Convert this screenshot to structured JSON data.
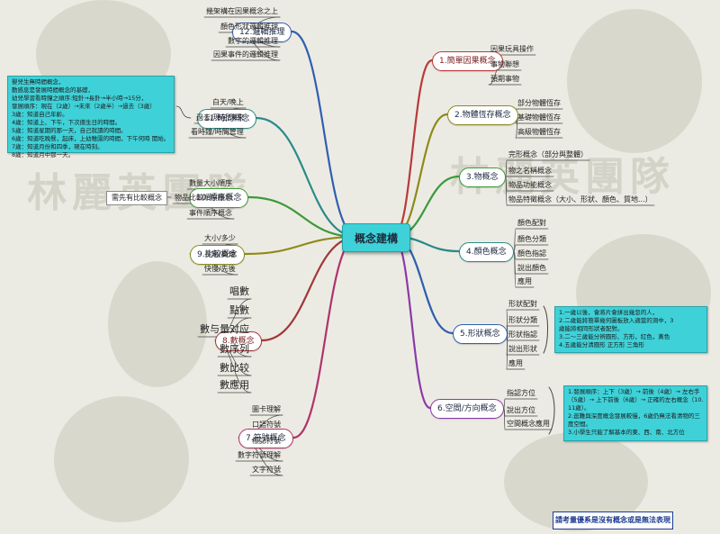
{
  "center": "概念建構",
  "branches": [
    {
      "label": "1.簡單因果概念",
      "color": "#b83a3a",
      "leaves": [
        "因果玩具操作",
        "事物聯想",
        "預期事物"
      ]
    },
    {
      "label": "2.物體恆存概念",
      "color": "#8d8a1c",
      "leaves": [
        "部分物體恆存",
        "基礎物體恆存",
        "高級物體恆存"
      ]
    },
    {
      "label": "3.物概念",
      "color": "#3c9a3c",
      "leaves": [
        "完形概念（部分與整體）",
        "物之名稱概念",
        "物品功能概念",
        "物品特徵概念（大小、形狀、顏色、質地...）"
      ]
    },
    {
      "label": "4.顏色概念",
      "color": "#2a8a8a",
      "leaves": [
        "顏色配對",
        "顏色分類",
        "顏色指認",
        "說出顏色",
        "應用"
      ]
    },
    {
      "label": "5.形狀概念",
      "color": "#2f5fb0",
      "leaves": [
        "形狀配對",
        "形狀分類",
        "形狀指認",
        "說出形狀",
        "應用"
      ]
    },
    {
      "label": "6.空間/方向概念",
      "color": "#8a3aa8",
      "leaves": [
        "指認方位",
        "說出方位",
        "空間概念應用"
      ]
    },
    {
      "label": "7.符號概念",
      "color": "#b0336c",
      "leaves": [
        "圖卡理解",
        "口語符號",
        "標誌符號",
        "數字符號理解",
        "文字符號"
      ]
    },
    {
      "label": "8.數概念",
      "color": "#a13838",
      "leaves": [
        "唱數",
        "點數",
        "數与量对应",
        "數序列",
        "數比较",
        "數應用"
      ]
    },
    {
      "label": "9.比較概念",
      "color": "#8d8a1c",
      "leaves": [
        "大小/多少",
        "長短/高矮",
        "快慢/先後"
      ]
    },
    {
      "label": "10.順序概念",
      "color": "#3c9a3c",
      "leaves": [
        "數量大小順序",
        "物品比較順序概念",
        "事件順序概念"
      ]
    },
    {
      "label": "11.時間概念",
      "color": "#2a8a8a",
      "leaves": [
        "白天/晚上",
        "過去/現在/未來",
        "看時鐘/時間管理"
      ]
    },
    {
      "label": "12.邏輯推理",
      "color": "#2f5fb0",
      "leaves": [
        "幾架構在因果概念之上",
        "顏色形狀邏輯推理",
        "數字的邏輯推理",
        "因果事件的邏輯推理"
      ]
    }
  ],
  "notes": {
    "time": [
      "嬰兒生無時間概念，",
      "  動感息是發展時間概念的基礎，",
      "  幼兒學習看時鐘之順序:短針→長針→半小時→15分，",
      "  發展順序：現在（2歲）→未來（2歲半）→過去（3歲）",
      "  3歲：知道自己年齡。",
      "  4歲：知道上、下午，下次擔生日的時間。",
      "  5歲：知道星期的那一天，自己就讀的時間。",
      "  6歲：知道吃晚餐，起床，上幼稚園的時間，下午何時 開始。",
      "  7歲：知道月份和四季，現在時刻。",
      "  8歲：知道月中那一天。"
    ],
    "shape": [
      "1.一歲以後，會將片會拼出幾忽的人，",
      "2.二歲能將簡單幾何圖板放入適當的洞中，3",
      "  歲能將相同形狀者配對。",
      "3.二～三歲能分辨圓形、方形，紅色，黃色",
      "4.五歲能分清圓形 正方形 三角形"
    ],
    "space": [
      "1.發展順序：上下（3歲）→ 前後（4歲）→ 左右手",
      "  （5歲）→ 上下前後（6歲）→ 正確的左右概念（10、",
      "  11歲）。",
      "2.逛難與深度概念發展較慢，6歲仍無法看清物的三",
      "  度空間。",
      "3.小學生只能了解基本的東、西、南、北方位"
    ]
  },
  "compare_tag": "需先有比較概念",
  "footer_note": "請考量優系是沒有概念或是無法表現",
  "watermark": [
    "林麗英團隊",
    "林麗英團隊"
  ]
}
